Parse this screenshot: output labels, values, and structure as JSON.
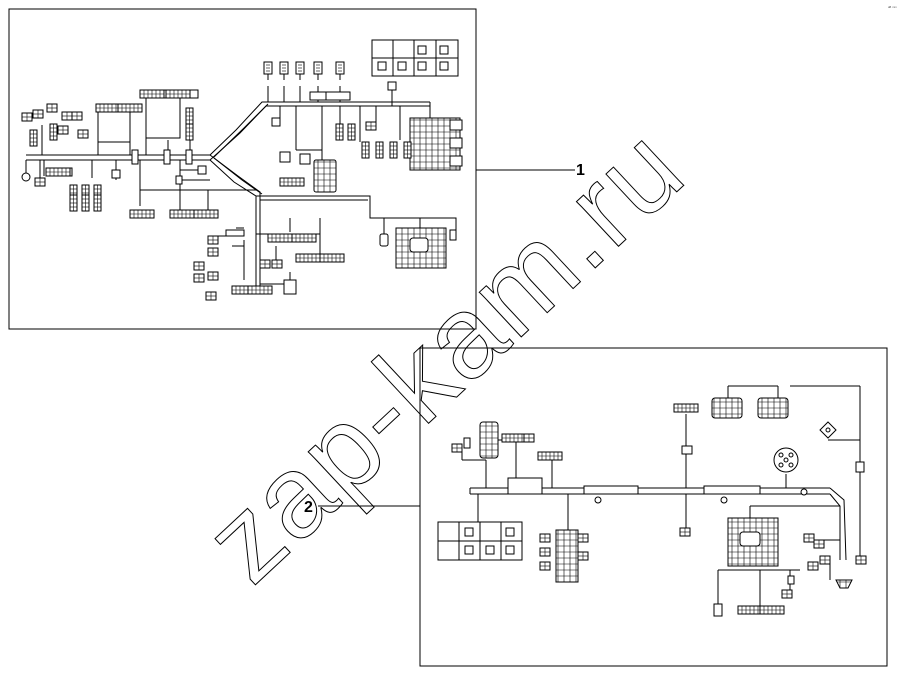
{
  "diagram": {
    "callouts": [
      {
        "id": "1",
        "label": "1"
      },
      {
        "id": "2",
        "label": "2"
      }
    ],
    "corner_code": "ᵃᴮ ᵐᵐ",
    "watermark": "zap-kam.ru",
    "colors": {
      "line": "#000000",
      "background": "#ffffff"
    }
  }
}
